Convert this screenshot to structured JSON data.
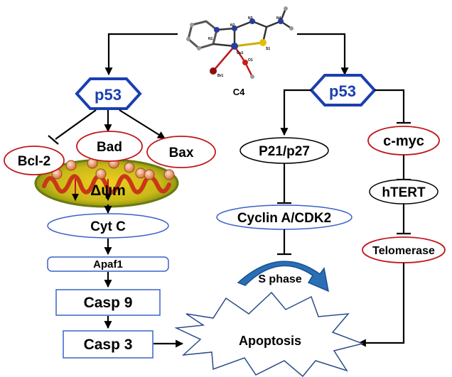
{
  "compound": {
    "name": "C4",
    "atoms": [
      "N1",
      "N2",
      "N3",
      "N4",
      "Cu1",
      "S1",
      "O1",
      "Br1"
    ]
  },
  "left_pathway": {
    "p53": "p53",
    "bcl2": "Bcl-2",
    "bad": "Bad",
    "bax": "Bax",
    "delta_psi": "Δψm",
    "cytc": "Cyt C",
    "apaf1": "Apaf1",
    "casp9": "Casp 9",
    "casp3": "Casp 3"
  },
  "right_pathway": {
    "p53": "p53",
    "p21": "P21/p27",
    "cyclin": "Cyclin A/CDK2",
    "sphase": "S phase",
    "cmyc": "c-myc",
    "htert": "hTERT",
    "telomerase": "Telomerase"
  },
  "outcome": {
    "apoptosis": "Apoptosis"
  },
  "colors": {
    "hexagon": "#1a3fb0",
    "hexagon_text": "#1a3fb0",
    "red_outline": "#c0181c",
    "blue_outline": "#3a62c8",
    "blue_arrow": "#2a6fb4",
    "mito_outer": "#8a9a10",
    "mito_inner": "#c83818",
    "dot": "#e8a070"
  }
}
